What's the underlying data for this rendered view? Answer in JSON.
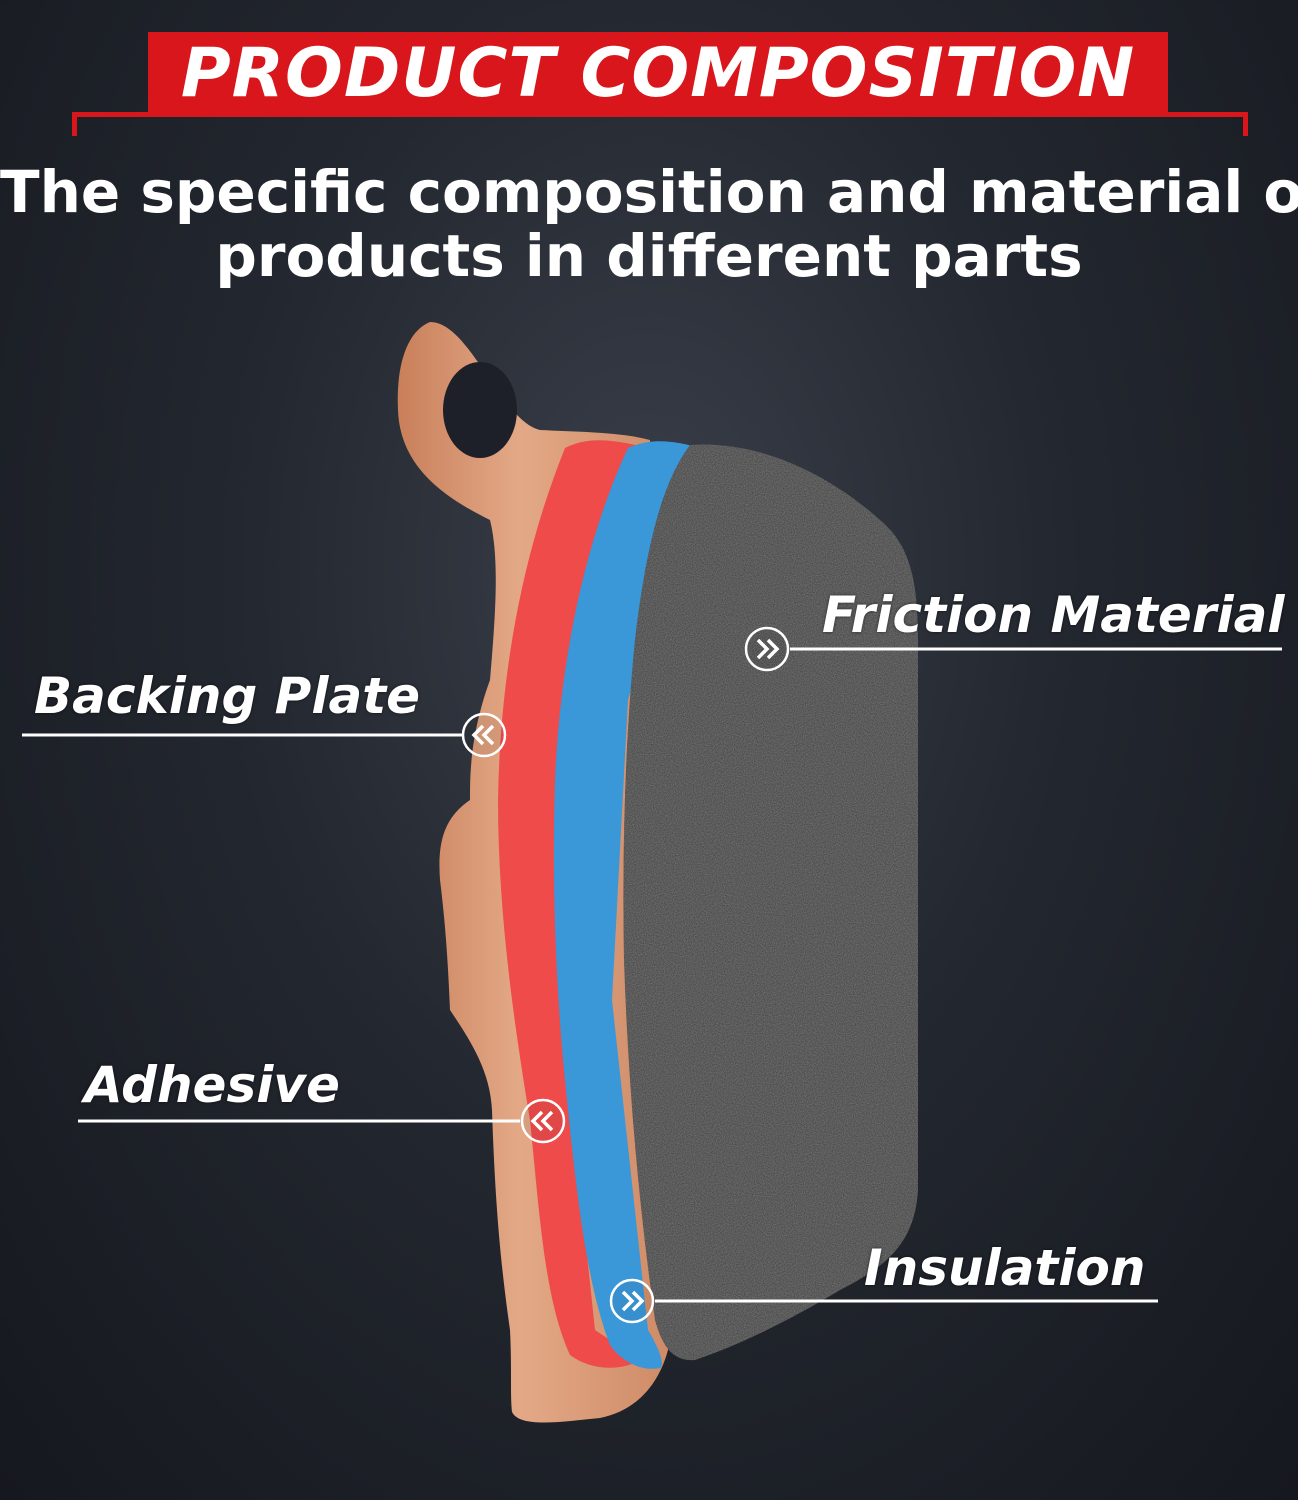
{
  "header": {
    "title": "PRODUCT COMPOSITION",
    "subtitle_line1": "The specific composition and material of",
    "subtitle_line2": "products in different parts"
  },
  "parts": {
    "backing_plate": "Backing Plate",
    "adhesive": "Adhesive",
    "insulation": "Insulation",
    "friction_material": "Friction Material"
  },
  "colors": {
    "banner": "#d8161b",
    "backing_plate": "#d99a77",
    "adhesive": "#ef4b4b",
    "insulation": "#3a97d8",
    "friction_material": "#3b3b3b"
  },
  "icons": {
    "pointer_left": "double-chevron-left-icon",
    "pointer_right": "double-chevron-right-icon"
  }
}
